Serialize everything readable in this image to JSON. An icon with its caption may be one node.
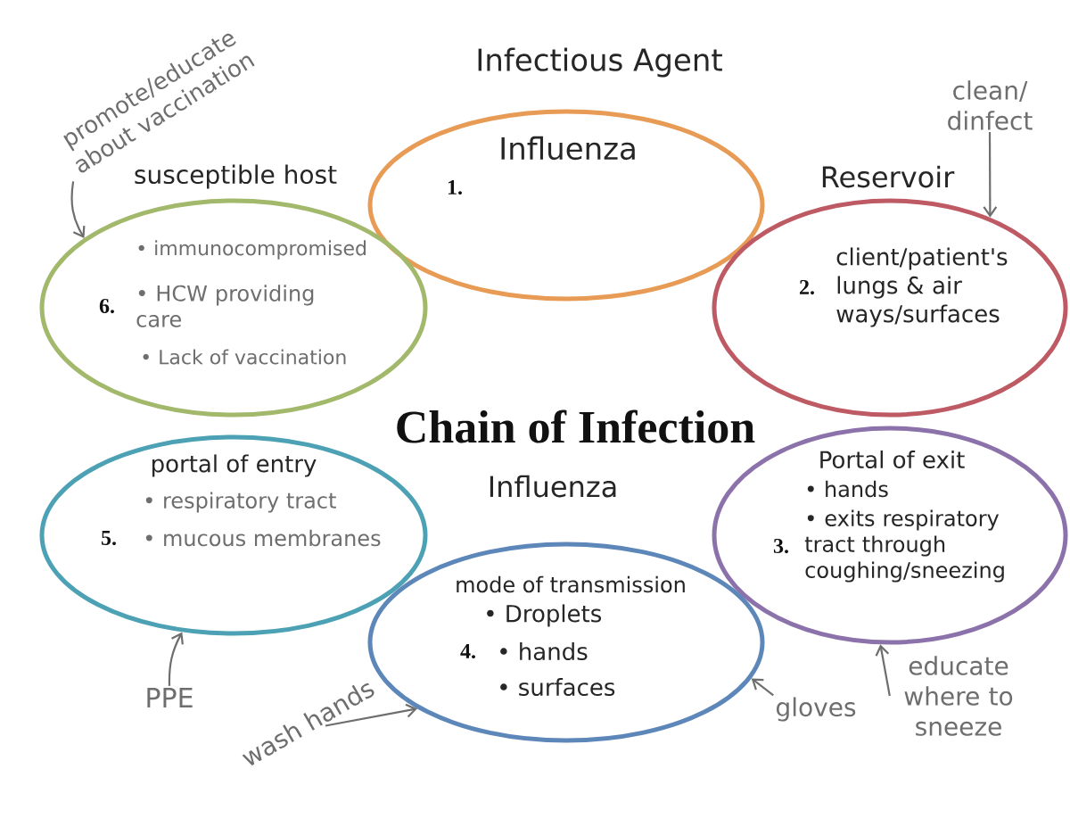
{
  "diagram": {
    "title": "Chain of Infection",
    "nodes": [
      {
        "text": [
          "Infectious Agent",
          "Influenza",
          "1."
        ]
      },
      {
        "text": [
          "Reservoir",
          "2.",
          "client/patient's lungs & air ways/surfaces"
        ]
      },
      {
        "text": [
          "Portal of exit",
          "• hands",
          "3.",
          "• exits respiratory tract through coughing/sneezing"
        ]
      },
      {
        "text": [
          "mode of transmission",
          "• Droplets",
          "4.",
          "• hands",
          "• surfaces"
        ]
      },
      {
        "text": [
          "portal of entry",
          "• respiratory tract",
          "5.",
          "• mucous membranes"
        ]
      },
      {
        "text": [
          "susceptible host",
          "• immunocompromised",
          "6.",
          "• HCW providing care",
          "• Lack of vaccination"
        ]
      },
      {
        "text": [
          "promote/educate about vaccination"
        ]
      },
      {
        "text": [
          "clean/ dinfect"
        ]
      },
      {
        "text": [
          "PPE"
        ]
      },
      {
        "text": [
          "wash hands"
        ]
      },
      {
        "text": [
          "gloves"
        ]
      },
      {
        "text": [
          "educate where to sneeze"
        ]
      }
    ],
    "edges": [
      {
        "from": 6,
        "to": 5,
        "arrow": "to"
      },
      {
        "from": 7,
        "to": 1,
        "arrow": "to"
      },
      {
        "from": 8,
        "to": 4,
        "arrow": "to"
      },
      {
        "from": 9,
        "to": 3,
        "arrow": "to"
      },
      {
        "from": 10,
        "to": 3,
        "arrow": "to"
      },
      {
        "from": 11,
        "to": 2,
        "arrow": "to"
      }
    ],
    "labels": [
      "Influenza"
    ]
  }
}
